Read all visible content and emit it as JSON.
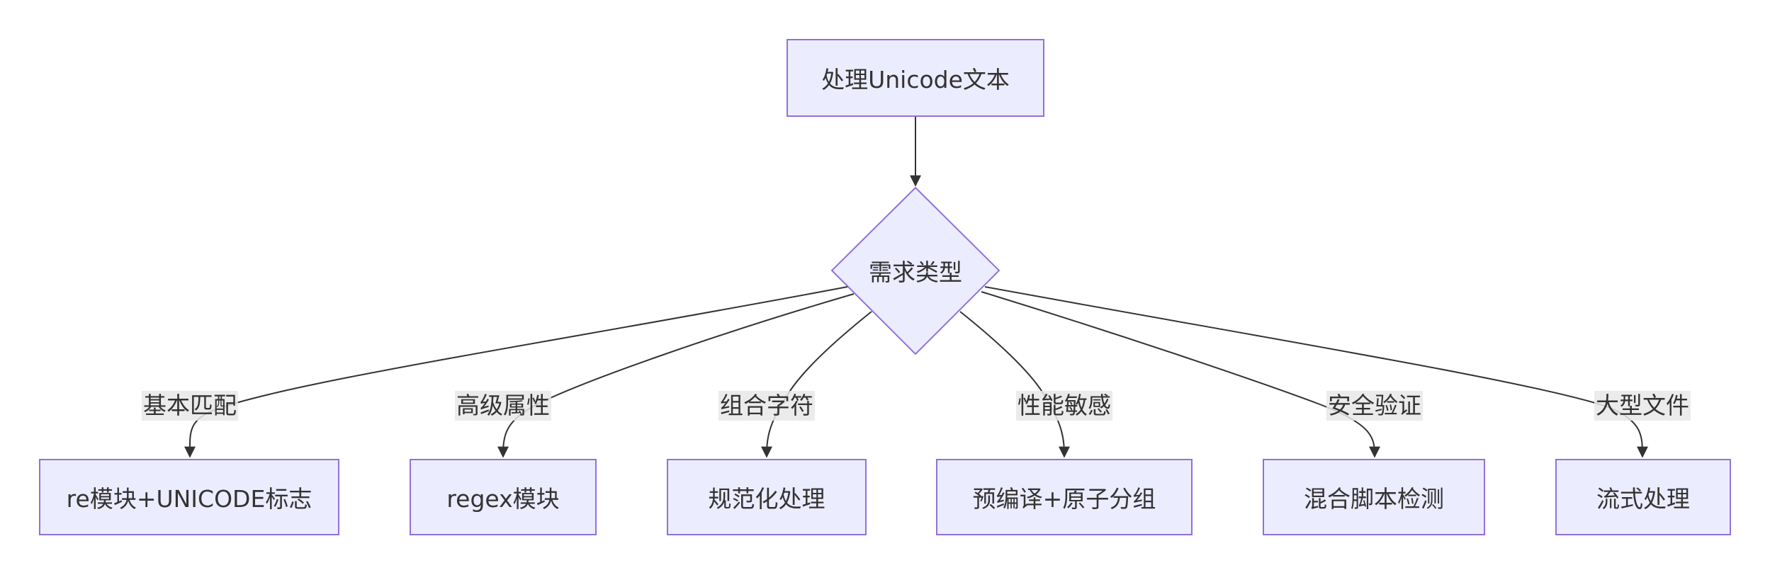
{
  "diagram": {
    "start_node": {
      "label": "处理Unicode文本"
    },
    "decision_node": {
      "label": "需求类型"
    },
    "branches": [
      {
        "condition": "基本匹配",
        "result": "re模块+UNICODE标志"
      },
      {
        "condition": "高级属性",
        "result": "regex模块"
      },
      {
        "condition": "组合字符",
        "result": "规范化处理"
      },
      {
        "condition": "性能敏感",
        "result": "预编译+原子分组"
      },
      {
        "condition": "安全验证",
        "result": "混合脚本检测"
      },
      {
        "condition": "大型文件",
        "result": "流式处理"
      }
    ]
  },
  "colors": {
    "node_fill": "#ececff",
    "node_border": "#9370db",
    "edge": "#333333",
    "label_bg": "#e8e8e8",
    "text": "#333333"
  }
}
